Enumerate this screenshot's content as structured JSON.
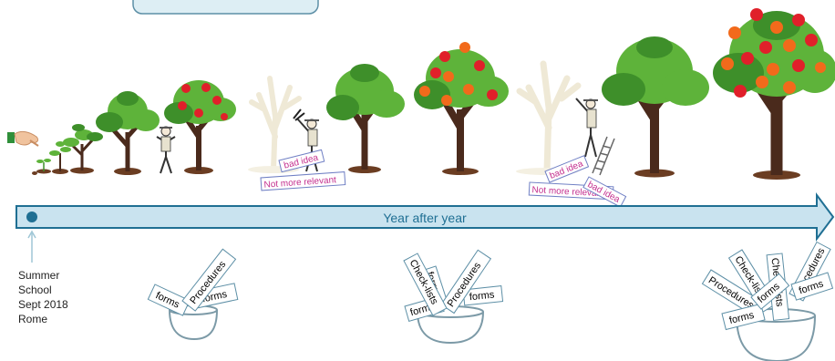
{
  "timeline": {
    "label": "Year after year",
    "arrow_fill": "#c9e3ef",
    "arrow_stroke": "#1f6f93",
    "dot_color": "#1f6f93"
  },
  "start_note": {
    "lines": [
      "Summer",
      "School",
      "Sept 2018",
      "Rome"
    ]
  },
  "pruning": {
    "first": {
      "tag1": "bad idea",
      "tag2": "Not more relevant"
    },
    "second": {
      "tag1": "bad idea",
      "tag2": "Not more relevant",
      "tag3": "bad idea"
    }
  },
  "buckets": {
    "small": [
      "forms",
      "Procedures",
      "forms"
    ],
    "medium": [
      "Check-lists",
      "forms",
      "Procedures",
      "forms",
      "forms"
    ],
    "large": [
      "Procedures",
      "Check-lists",
      "Check-lists",
      "Procedures",
      "forms",
      "forms",
      "forms"
    ]
  },
  "colors": {
    "leaf": "#5eb33a",
    "leaf_dark": "#3e8f2a",
    "trunk": "#4a2a1c",
    "red_fruit": "#e0202a",
    "orange_fruit": "#f26a1b",
    "dead_tree": "#efe9d6",
    "tag_text": "#c4308f",
    "tag_border": "#6f7fc4",
    "bucket": "#7c9aa7",
    "pale_box": "#ddeef4",
    "pale_box_border": "#5d8fa6"
  },
  "icons": [
    "planting-hand-icon",
    "gardener-icon",
    "shears-icon",
    "ladder-icon"
  ]
}
